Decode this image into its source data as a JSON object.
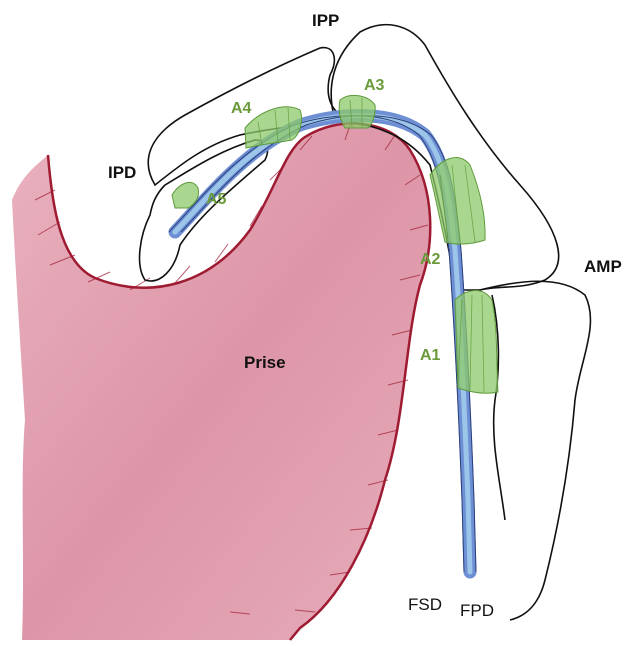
{
  "figure": {
    "joints": {
      "ipp": "IPP",
      "ipd": "IPD",
      "amp": "AMP"
    },
    "pulleys": {
      "a1": "A1",
      "a2": "A2",
      "a3": "A3",
      "a4": "A4",
      "a5": "A5"
    },
    "hold": "Prise",
    "tendons": {
      "fsd": "FSD",
      "fpd": "FPD"
    }
  },
  "colors": {
    "hold_fill": "#d98a9e",
    "hold_outline": "#9e1b32",
    "pulley_green": "#8dc96a",
    "pulley_label": "#6a9a3a",
    "tendon_blue": "#6e8fd4",
    "tendon_light": "#9cc5ea",
    "outline": "#111111"
  }
}
